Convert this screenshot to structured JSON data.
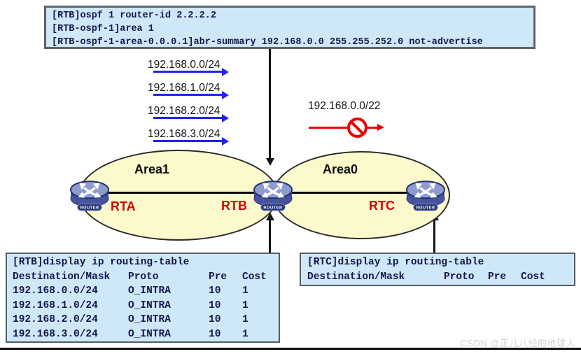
{
  "config_box": {
    "lines": [
      "[RTB]ospf 1 router-id 2.2.2.2",
      "[RTB-ospf-1]area 1",
      "[RTB-ospf-1-area-0.0.0.1]abr-summary 192.168.0.0 255.255.252.0 not-advertise"
    ]
  },
  "advertised_routes": [
    "192.168.0.0/24",
    "192.168.1.0/24",
    "192.168.2.0/24",
    "192.168.3.0/24"
  ],
  "blocked_route": {
    "label": "192.168.0.0/22"
  },
  "areas": [
    {
      "label": "Area1"
    },
    {
      "label": "Area0"
    }
  ],
  "routers": [
    {
      "name": "RTA"
    },
    {
      "name": "RTB"
    },
    {
      "name": "RTC"
    }
  ],
  "router_icon_label": "ROUTER",
  "rtb_table": {
    "title": "[RTB]display ip routing-table",
    "headers": [
      "Destination/Mask",
      "Proto",
      "Pre",
      "Cost"
    ],
    "rows": [
      [
        "192.168.0.0/24",
        "O_INTRA",
        "10",
        "1"
      ],
      [
        "192.168.1.0/24",
        "O_INTRA",
        "10",
        "1"
      ],
      [
        "192.168.2.0/24",
        "O_INTRA",
        "10",
        "1"
      ],
      [
        "192.168.3.0/24",
        "O_INTRA",
        "10",
        "1"
      ]
    ]
  },
  "rtc_table": {
    "title": "[RTC]display ip routing-table",
    "headers": [
      "Destination/Mask",
      "Proto",
      "Pre",
      "Cost"
    ]
  },
  "watermark": {
    "text": "CSDN @正儿八经的地球人"
  },
  "colors": {
    "box_bg": "#cfe8f8",
    "area_fill": "#fcfacd",
    "advertise_arrow": "#2222ee",
    "blocked_arrow": "#ee0000",
    "router_label": "#d60000",
    "console_text": "#16164e"
  }
}
